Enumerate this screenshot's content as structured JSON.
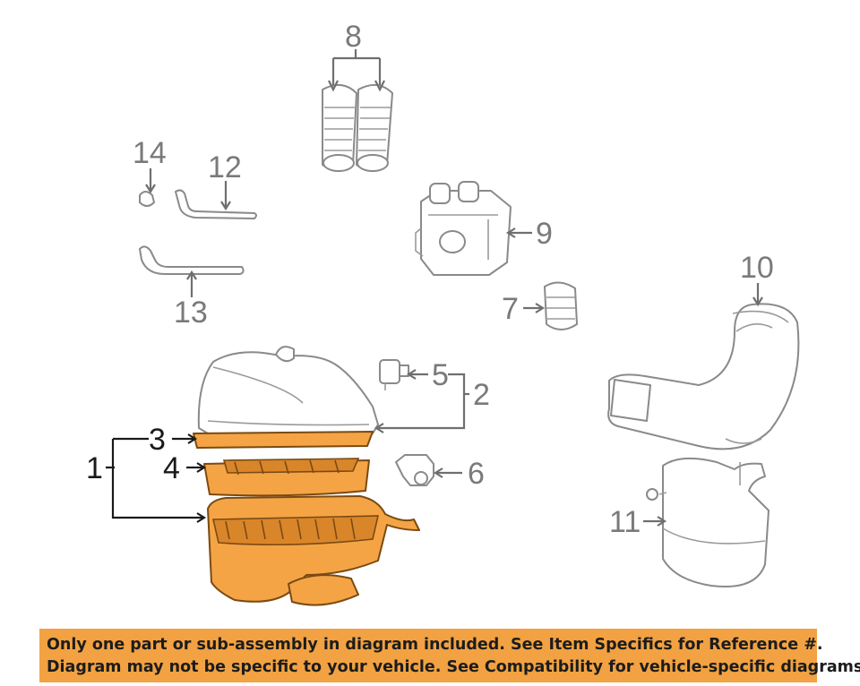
{
  "callouts": {
    "c1": "1",
    "c2": "2",
    "c3": "3",
    "c4": "4",
    "c5": "5",
    "c6": "6",
    "c7": "7",
    "c8": "8",
    "c9": "9",
    "c10": "10",
    "c11": "11",
    "c12": "12",
    "c13": "13",
    "c14": "14"
  },
  "colors": {
    "highlight": "#f5a445",
    "banner": "#f2a242",
    "line_art": "#8a8a8a"
  },
  "disclaimer": {
    "line1": "Only one part or sub-assembly in diagram included. See Item Specifics for Reference #.",
    "line2": "Diagram may not be specific to your vehicle. See Compatibility for vehicle-specific diagrams."
  }
}
